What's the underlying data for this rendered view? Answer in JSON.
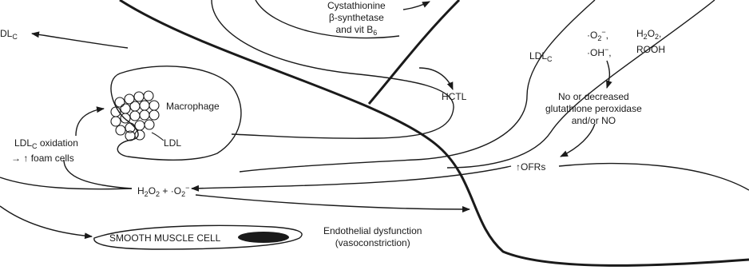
{
  "labels": {
    "cbs_line1": "Cystathionine",
    "cbs_line2": "β-synthetase",
    "cbs_line3_prefix": "and vit B",
    "cbs_line3_sub": "6",
    "ldl_top_left_prefix": "DL",
    "ldl_top_left_sub": "C",
    "ldl_right_prefix": "LDL",
    "ldl_right_sub": "C",
    "hctl": "HCTL",
    "macrophage": "Macrophage",
    "ldl_macrophage": "LDL",
    "ldl_oxidation_prefix": "LDL",
    "ldl_oxidation_sub": "C",
    "ldl_oxidation_suffix": " oxidation",
    "foam_cells": "foam cells",
    "foam_arrow": "→ ↑",
    "h2o2_o2_h": "H",
    "h2o2_o2_sub1": "2",
    "h2o2_o2_o": "O",
    "h2o2_o2_sub2": "2",
    "h2o2_o2_plus": " + ",
    "h2o2_o2_dot": "·",
    "h2o2_o2_o2": "O",
    "h2o2_o2_sub3": "2",
    "h2o2_o2_sup": "−",
    "smooth_muscle": "SMOOTH MUSCLE CELL",
    "endo_line1": "Endothelial dysfunction",
    "endo_line2": "(vasoconstriction)",
    "superoxide_dot": "·",
    "superoxide_o": "O",
    "superoxide_sub": "2",
    "superoxide_sup": "−",
    "hydroxyl": "·OH",
    "hydroxyl_sup": "−",
    "h2o2_right_h": "H",
    "h2o2_right_sub1": "2",
    "h2o2_right_o": "O",
    "h2o2_right_sub2": "2",
    "h2o2_right_comma": ",",
    "rooh": "ROOH",
    "comma1": ",",
    "comma2": ",",
    "gpx_line1": "No or decreased",
    "gpx_line2": "glutathione peroxidase",
    "gpx_line3": "and/or NO",
    "ofrs_arrow": "↑",
    "ofrs": "OFRs"
  },
  "colors": {
    "ink": "#1a1a1a",
    "nucleus": "#1a1a1a",
    "background": "#ffffff"
  }
}
